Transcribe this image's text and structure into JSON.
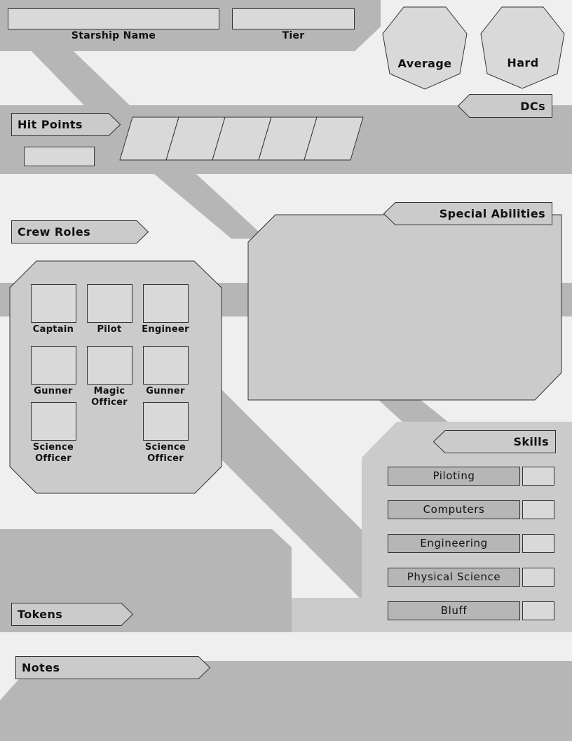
{
  "header": {
    "starship_name_label": "Starship Name",
    "tier_label": "Tier"
  },
  "dcs": {
    "title": "DCs",
    "average_label": "Average",
    "hard_label": "Hard"
  },
  "hit_points": {
    "title": "Hit Points"
  },
  "crew_roles": {
    "title": "Crew Roles",
    "roles": [
      {
        "line1": "Captain",
        "line2": ""
      },
      {
        "line1": "Pilot",
        "line2": ""
      },
      {
        "line1": "Engineer",
        "line2": ""
      },
      {
        "line1": "Gunner",
        "line2": ""
      },
      {
        "line1": "Magic",
        "line2": "Officer"
      },
      {
        "line1": "Gunner",
        "line2": ""
      },
      {
        "line1": "Science",
        "line2": "Officer"
      },
      {
        "line1": "Science",
        "line2": "Officer"
      }
    ]
  },
  "special_abilities": {
    "title": "Special Abilities"
  },
  "skills": {
    "title": "Skills",
    "items": [
      "Piloting",
      "Computers",
      "Engineering",
      "Physical Science",
      "Bluff"
    ]
  },
  "tokens": {
    "title": "Tokens"
  },
  "notes": {
    "title": "Notes"
  },
  "colors": {
    "page": "#efefef",
    "band": "#b6b6b6",
    "panel": "#cbcbcb",
    "field": "#d9d9d9",
    "ink": "#111111"
  }
}
